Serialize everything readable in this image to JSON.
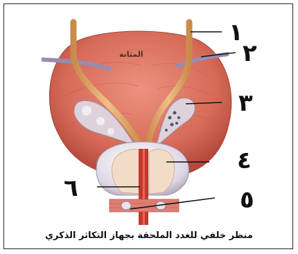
{
  "organ_label": "المثانة",
  "caption": "منظر خلفي للغدد الملحقة بجهاز التكاثر الذكري",
  "callouts": [
    {
      "id": "1",
      "label": "١"
    },
    {
      "id": "2",
      "label": "٢"
    },
    {
      "id": "3",
      "label": "٣"
    },
    {
      "id": "4",
      "label": "٤"
    },
    {
      "id": "5",
      "label": "٥"
    },
    {
      "id": "6",
      "label": "٦"
    }
  ],
  "colors": {
    "bladder": "#d9705f",
    "bladder_dark": "#b24f42",
    "ducts": "#d99a5a",
    "vesicle": "#d8cfd8",
    "prostate": "#e8e2ea",
    "urethra": "#c23a2c",
    "line": "#111111"
  }
}
